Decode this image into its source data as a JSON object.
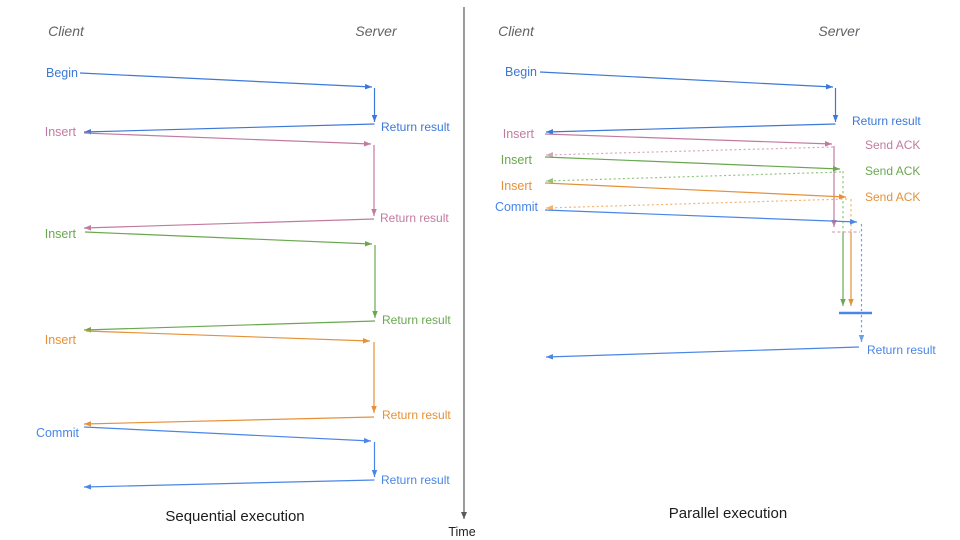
{
  "diagram_type": "sequence-diagram",
  "time_axis": {
    "label": "Time"
  },
  "palette": {
    "begin_blue": "#3c78d8",
    "commit_blue": "#4a86e8",
    "light_blue_dashed": "#6d9eeb",
    "insert_pink": "#c27ba0",
    "light_pink_dashed": "#d5a6bd",
    "insert_green": "#6aa84f",
    "light_green_dashed": "#93c47d",
    "insert_orange": "#e69138",
    "light_orange_dashed": "#f6b26b",
    "axis_gray": "#595959",
    "header_gray": "#5f6368"
  },
  "panels": {
    "sequential": {
      "title": "Sequential execution",
      "client_header": "Client",
      "server_header": "Server",
      "rows": [
        {
          "op": "Begin",
          "response": "Return result",
          "color": "#3c78d8"
        },
        {
          "op": "Insert",
          "response": "Return result",
          "color": "#c27ba0"
        },
        {
          "op": "Insert",
          "response": "Return result",
          "color": "#6aa84f"
        },
        {
          "op": "Insert",
          "response": "Return result",
          "color": "#e69138"
        },
        {
          "op": "Commit",
          "response": "Return result",
          "color": "#4a86e8"
        }
      ]
    },
    "parallel": {
      "title": "Parallel execution",
      "client_header": "Client",
      "server_header": "Server",
      "rows": [
        {
          "op": "Begin",
          "response": "Return result",
          "color": "#3c78d8"
        },
        {
          "op": "Insert",
          "response": "Send ACK",
          "color": "#c27ba0"
        },
        {
          "op": "Insert",
          "response": "Send ACK",
          "color": "#6aa84f"
        },
        {
          "op": "Insert",
          "response": "Send ACK",
          "color": "#e69138"
        },
        {
          "op": "Commit",
          "response": "Return result",
          "color": "#4a86e8"
        }
      ]
    }
  }
}
